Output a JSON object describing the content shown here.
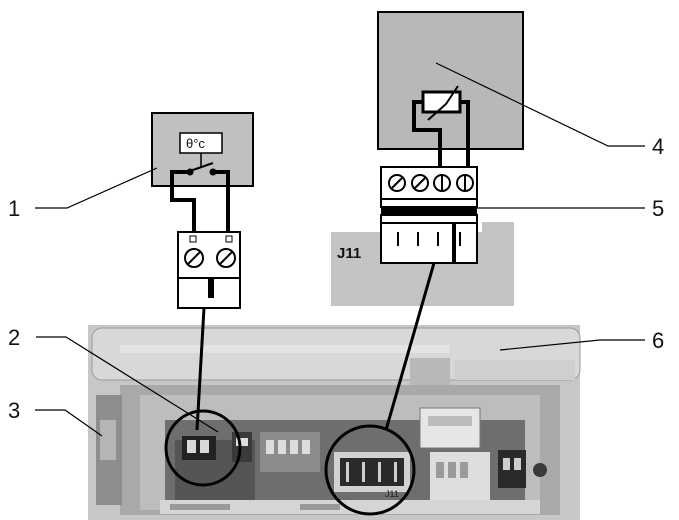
{
  "callouts": [
    "1",
    "2",
    "3",
    "4",
    "5",
    "6"
  ],
  "thermostat_label": "θ°c",
  "connector_label": "J11",
  "pcb_marking": "J11"
}
